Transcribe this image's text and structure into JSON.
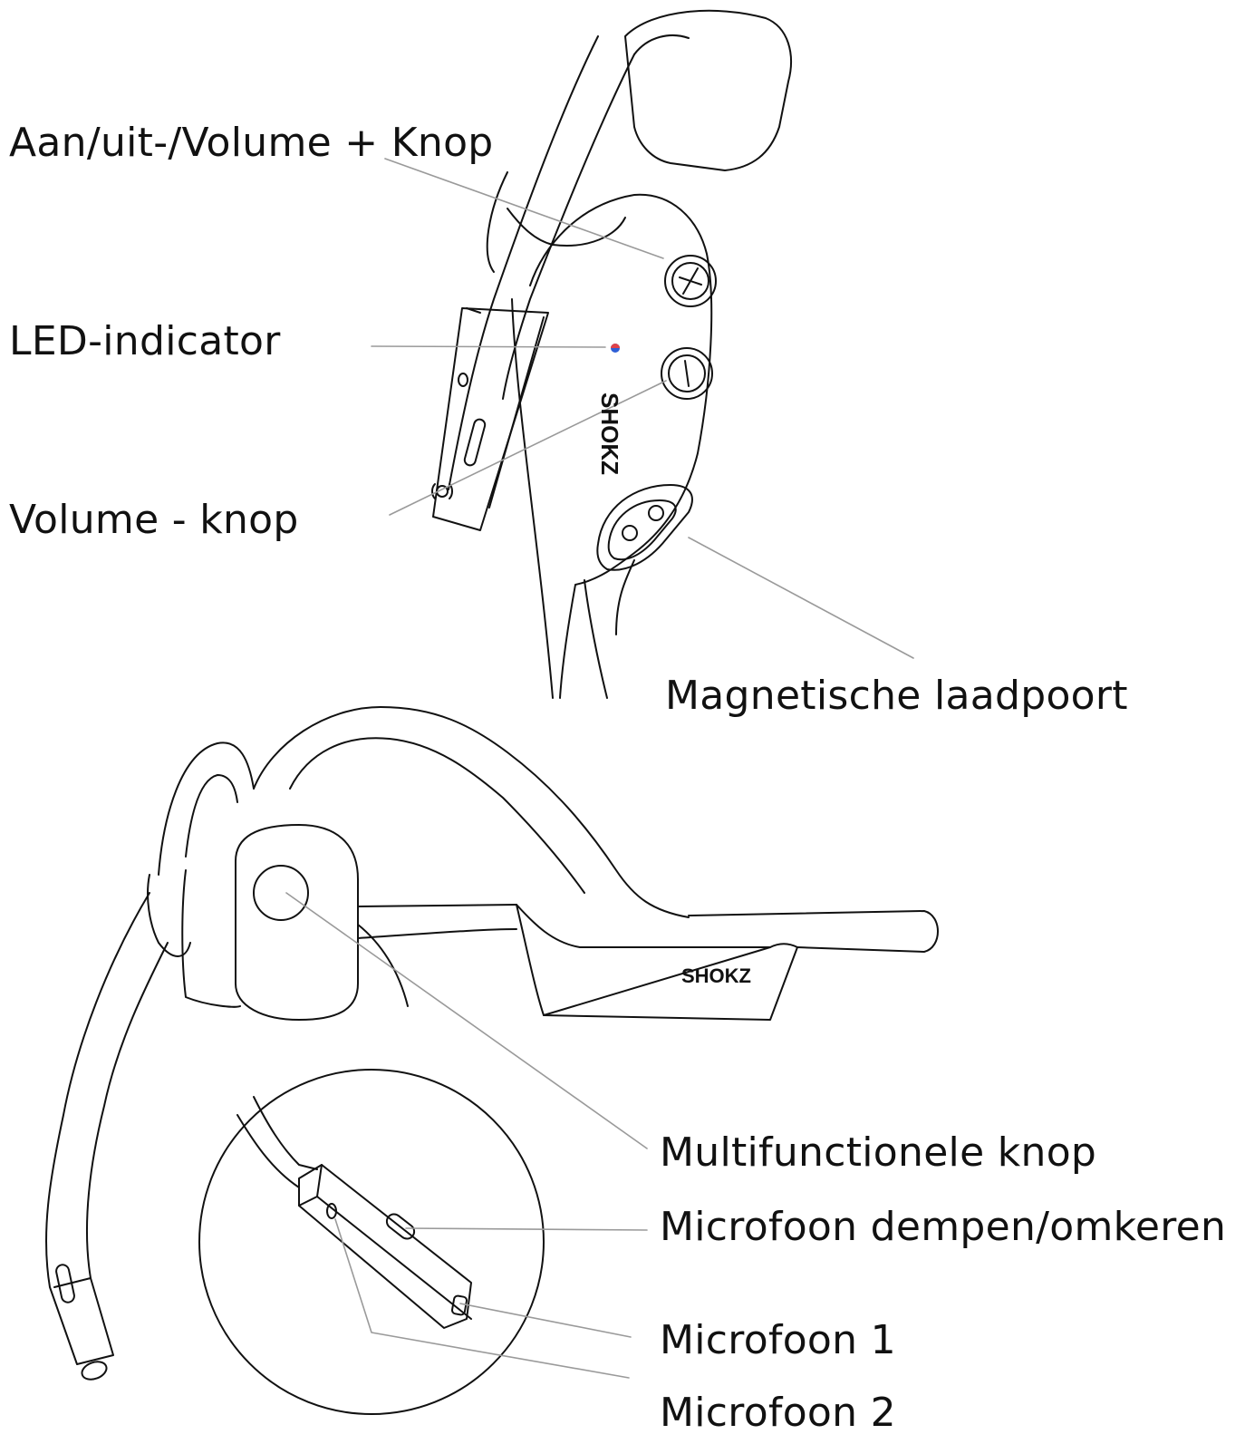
{
  "colors": {
    "line": "#111111",
    "leader": "#9a9a9a",
    "led_blue": "#2f5fd6",
    "led_red": "#e0434a",
    "background": "#ffffff"
  },
  "labels": {
    "power_volume_up": "Aan/uit-/Volume + Knop",
    "led_indicator": "LED-indicator",
    "volume_down": "Volume - knop",
    "charging_port": "Magnetische laadpoort",
    "multifunction_button": "Multifunctionele knop",
    "mic_mute": "Microfoon dempen/omkeren",
    "mic1": "Microfoon 1",
    "mic2": "Microfoon 2"
  },
  "brand": {
    "logo_text": "SHOKZ"
  },
  "icons": {
    "volume_up": "plus-icon",
    "volume_down": "minus-icon",
    "led": "led-dot-icon",
    "charging_port": "magnetic-port-icon"
  }
}
